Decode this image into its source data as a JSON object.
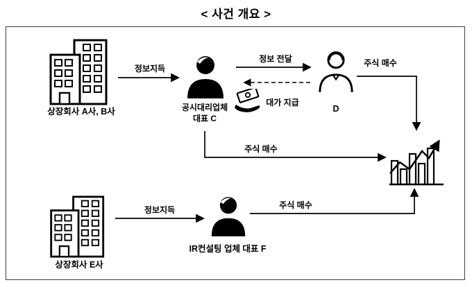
{
  "title": "< 사건 개요 >",
  "nodes": {
    "companies_ab": {
      "label": "상장회사 A사, B사"
    },
    "rep_c": {
      "line1": "공시대리업체",
      "line2": "대표 C"
    },
    "person_d": {
      "label": "D"
    },
    "companies_e": {
      "label": "상장회사 E사"
    },
    "rep_f": {
      "label": "IR컨설팅 업체 대표 F"
    }
  },
  "edges": {
    "ab_to_c": "정보지득",
    "c_to_d": "정보 전달",
    "d_to_c": "대가 지급",
    "d_to_chart": "주식 매수",
    "c_to_chart": "주식 매수",
    "e_to_f": "정보지득",
    "f_to_chart": "주식 매수"
  },
  "colors": {
    "ink": "#000000",
    "frame": "#3c3c3c",
    "background": "#ffffff"
  }
}
